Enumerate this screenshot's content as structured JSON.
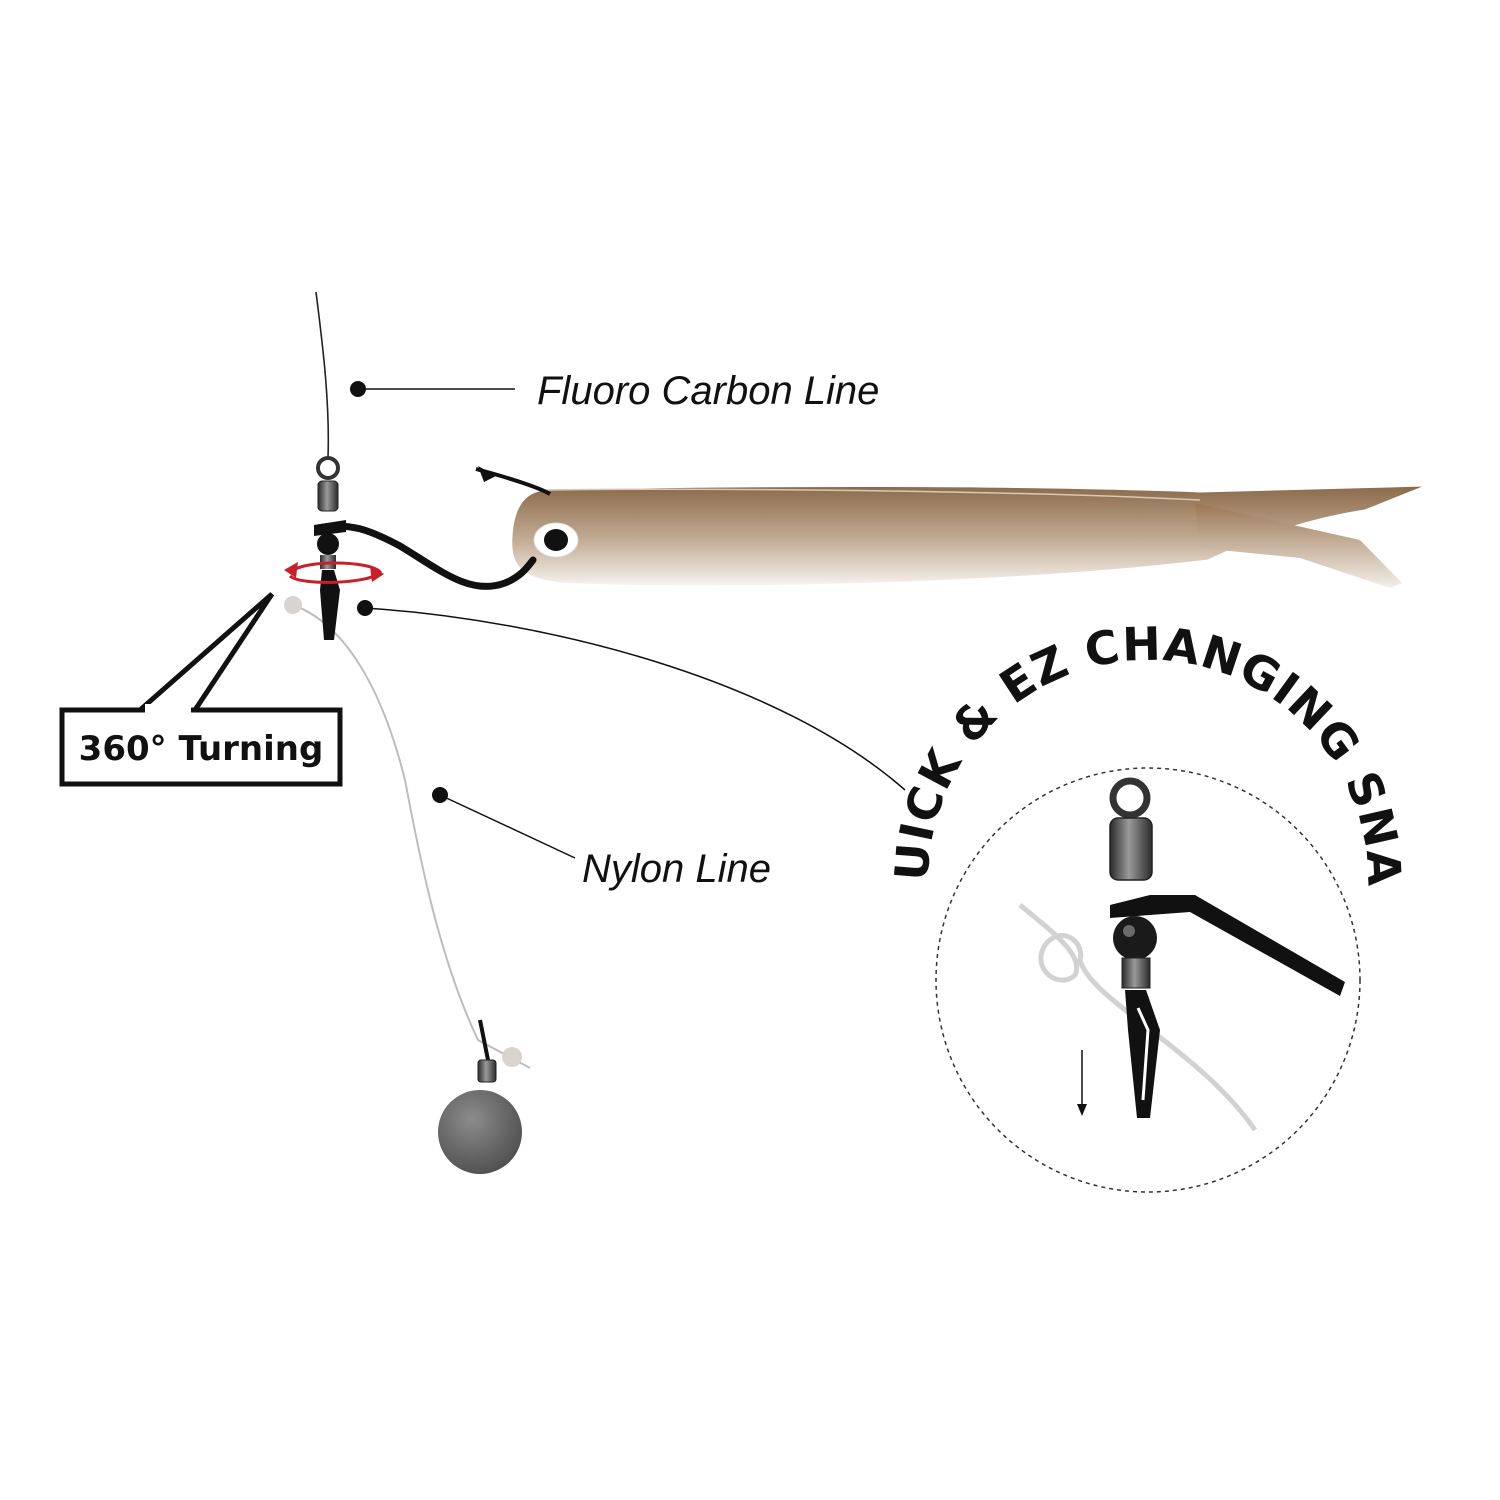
{
  "labels": {
    "fluoro_line": "Fluoro Carbon Line",
    "nylon_line": "Nylon Line",
    "turning": "360° Turning",
    "snap_title": "QUICK & EZ CHANGING SNAP"
  },
  "colors": {
    "ink": "#111111",
    "turn_arrow": "#c8202a",
    "lure_top": "#8a6a4a",
    "lure_bottom": "#f4f1ec",
    "sinker": "#666666",
    "nylon": "#bdbdbd"
  }
}
